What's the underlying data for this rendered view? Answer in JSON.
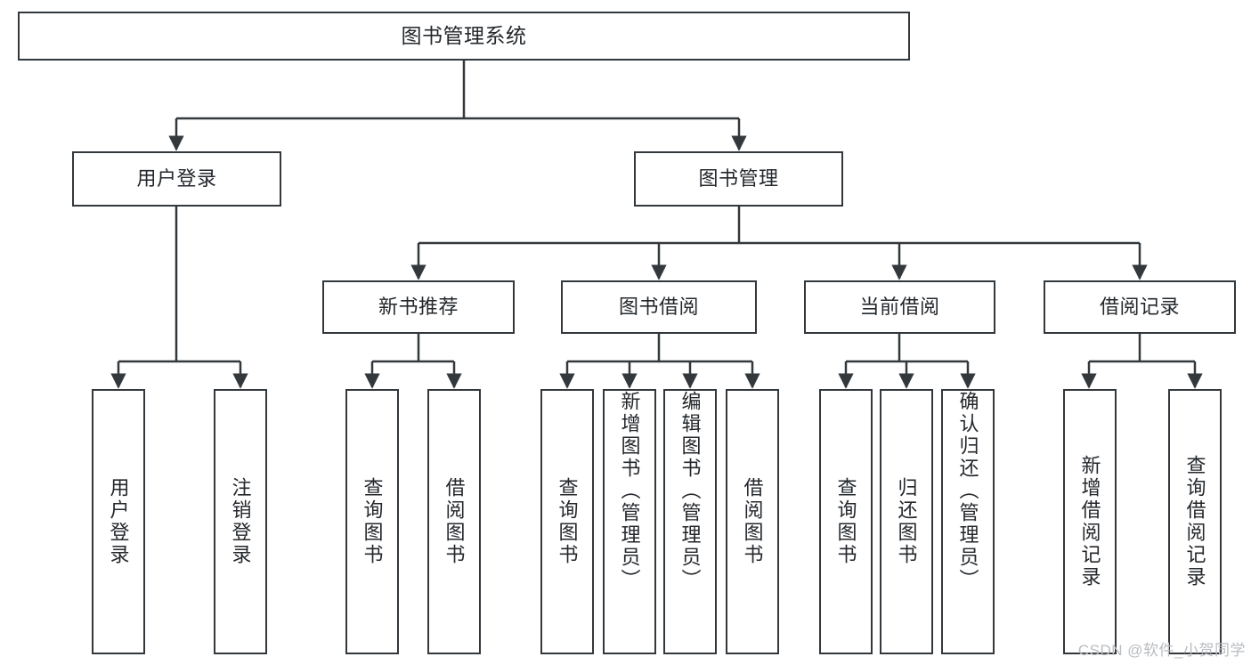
{
  "diagram": {
    "title": "图书管理系统",
    "type": "tree",
    "root": {
      "id": "root",
      "label": "图书管理系统"
    },
    "level2": [
      {
        "id": "user-login",
        "label": "用户登录"
      },
      {
        "id": "book-manage",
        "label": "图书管理"
      }
    ],
    "level3": [
      {
        "id": "new-book-recommend",
        "label": "新书推荐"
      },
      {
        "id": "book-borrow",
        "label": "图书借阅"
      },
      {
        "id": "current-borrow",
        "label": "当前借阅"
      },
      {
        "id": "borrow-record",
        "label": "借阅记录"
      }
    ],
    "leaves": {
      "user_login": [
        {
          "id": "leaf-user-login",
          "label": "用户登录"
        },
        {
          "id": "leaf-user-logout",
          "label": "注销登录"
        }
      ],
      "new_book_recommend": [
        {
          "id": "leaf-query-book-1",
          "label": "查询图书"
        },
        {
          "id": "leaf-borrow-book-1",
          "label": "借阅图书"
        }
      ],
      "book_borrow": [
        {
          "id": "leaf-query-book-2",
          "label": "查询图书"
        },
        {
          "id": "leaf-add-book",
          "label": "新增图书（管理员）"
        },
        {
          "id": "leaf-edit-book",
          "label": "编辑图书（管理员）"
        },
        {
          "id": "leaf-borrow-book-2",
          "label": "借阅图书"
        }
      ],
      "current_borrow": [
        {
          "id": "leaf-query-book-3",
          "label": "查询图书"
        },
        {
          "id": "leaf-return-book",
          "label": "归还图书"
        },
        {
          "id": "leaf-confirm-return",
          "label": "确认归还（管理员）"
        }
      ],
      "borrow_record": [
        {
          "id": "leaf-add-record",
          "label": "新增借阅记录"
        },
        {
          "id": "leaf-query-record",
          "label": "查询借阅记录"
        }
      ]
    },
    "watermark": "CSDN @软件_小贺同学",
    "colors": {
      "border": "#33383d",
      "text": "#24282c",
      "background": "#ffffff",
      "watermark": "#b9bcc0"
    }
  }
}
